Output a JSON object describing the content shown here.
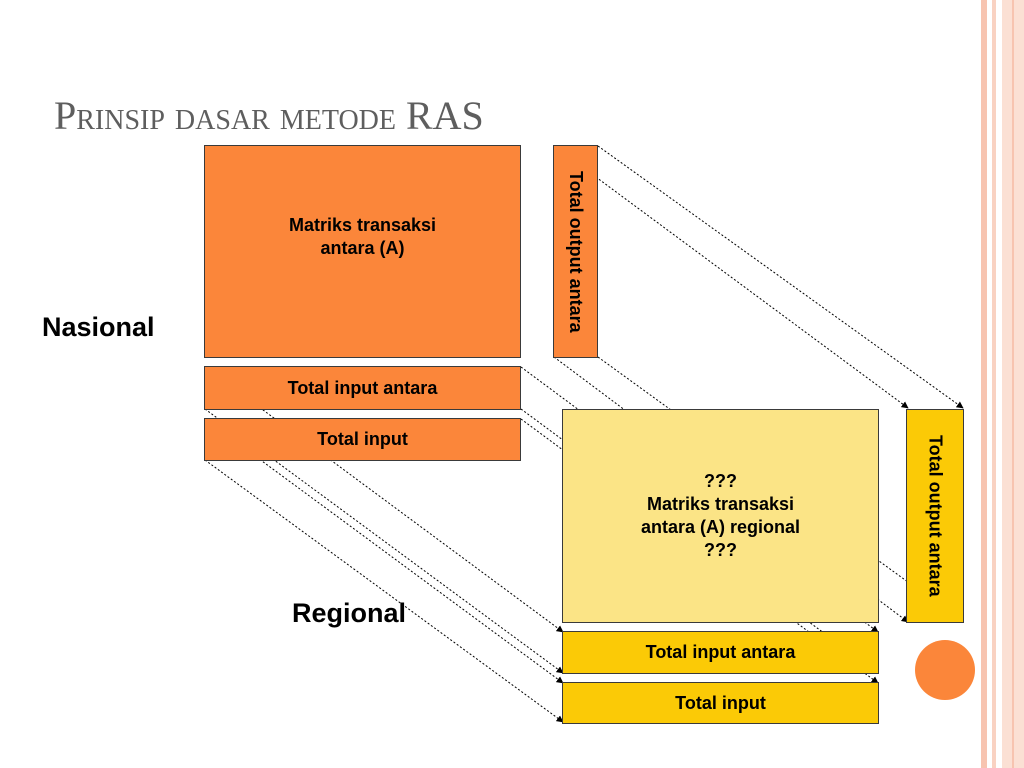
{
  "slide": {
    "title": "Prinsip dasar metode RAS",
    "accent_color": "#fb863a",
    "stripe_color": "#f7c4b0"
  },
  "nasional": {
    "label": "Nasional",
    "matrix_label_line1": "Matriks transaksi",
    "matrix_label_line2": "antara (A)",
    "total_output_antara": "Total output antara",
    "total_input_antara": "Total input antara",
    "total_input": "Total input",
    "color": "#fb863a"
  },
  "regional": {
    "label": "Regional",
    "matrix_label_line1": "???",
    "matrix_label_line2": "Matriks transaksi",
    "matrix_label_line3": "antara (A) regional",
    "matrix_label_line4": "???",
    "total_output_antara": "Total output antara",
    "total_input_antara": "Total input antara",
    "total_input": "Total input",
    "matrix_color": "#fbe486",
    "totals_color": "#fbca06"
  }
}
